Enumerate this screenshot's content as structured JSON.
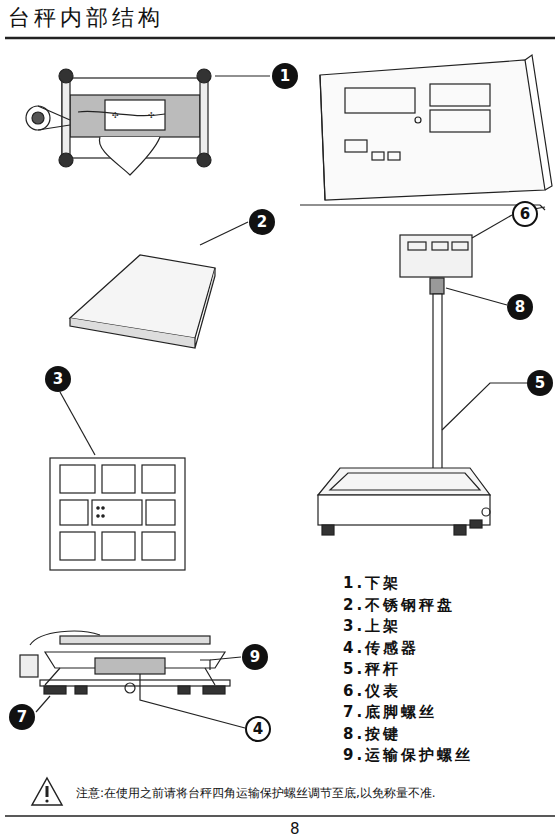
{
  "diagram": {
    "title": "台秤内部结构",
    "nodes": [
      {
        "text": [
          "1"
        ]
      },
      {
        "text": [
          "6"
        ]
      },
      {
        "text": [
          "2"
        ]
      },
      {
        "text": [
          "8"
        ]
      },
      {
        "text": [
          "3"
        ]
      },
      {
        "text": [
          "5"
        ]
      },
      {
        "text": [
          "9"
        ]
      },
      {
        "text": [
          "7"
        ]
      },
      {
        "text": [
          "4"
        ]
      }
    ],
    "labels": [
      "1.下架",
      "2.不锈钢秤盘",
      "3.上架",
      "4.传感器",
      "5.秤杆",
      "6.仪表",
      "7.底脚螺丝",
      "8.按键",
      "9.运输保护螺丝",
      "注意:在使用之前请将台秤四角运输保护螺丝调节至底,以免称量不准.",
      "8"
    ]
  }
}
